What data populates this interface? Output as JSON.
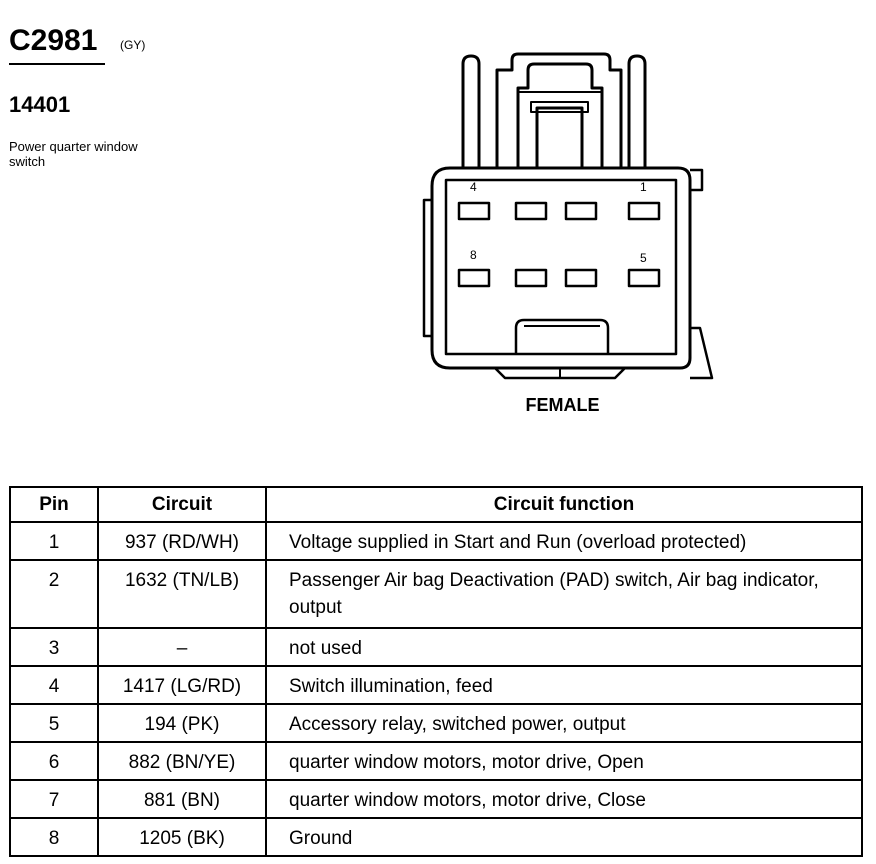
{
  "header": {
    "connector_id": "C2981",
    "connector_color": "(GY)",
    "part_number": "14401",
    "description": "Power quarter window switch"
  },
  "connector_view": {
    "pin_labels": {
      "top_left": "4",
      "top_right": "1",
      "bottom_left": "8",
      "bottom_right": "5"
    },
    "gender": "FEMALE"
  },
  "table": {
    "headers": {
      "pin": "Pin",
      "circuit": "Circuit",
      "function": "Circuit function"
    },
    "rows": [
      {
        "pin": "1",
        "circuit": "937 (RD/WH)",
        "function": "Voltage supplied in Start and Run (overload protected)"
      },
      {
        "pin": "2",
        "circuit": "1632 (TN/LB)",
        "function": "Passenger Air bag Deactivation (PAD) switch, Air bag indicator, output"
      },
      {
        "pin": "3",
        "circuit": "–",
        "function": "not used"
      },
      {
        "pin": "4",
        "circuit": "1417 (LG/RD)",
        "function": "Switch illumination, feed"
      },
      {
        "pin": "5",
        "circuit": "194 (PK)",
        "function": "Accessory relay, switched power, output"
      },
      {
        "pin": "6",
        "circuit": "882 (BN/YE)",
        "function": "quarter window motors, motor drive, Open"
      },
      {
        "pin": "7",
        "circuit": "881 (BN)",
        "function": "quarter window motors, motor drive, Close"
      },
      {
        "pin": "8",
        "circuit": "1205 (BK)",
        "function": "Ground"
      }
    ]
  }
}
